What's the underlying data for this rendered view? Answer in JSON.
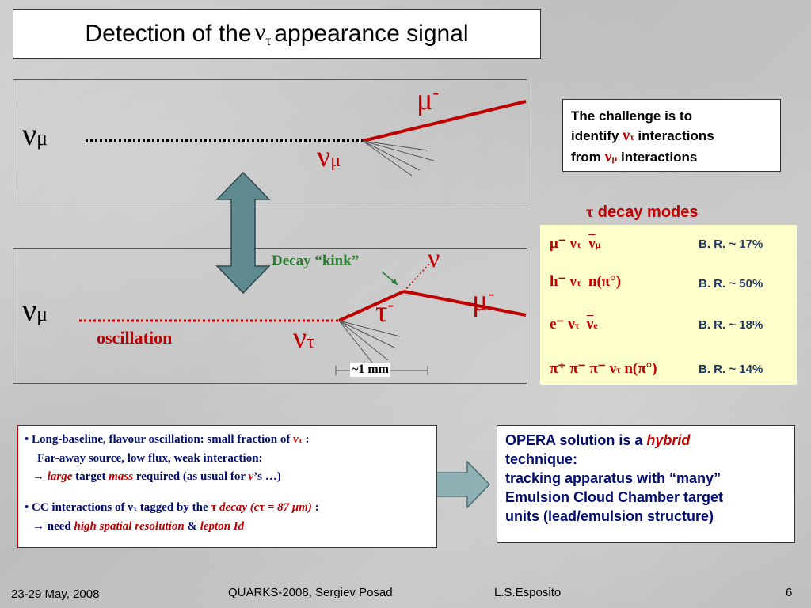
{
  "title": {
    "prefix": "Detection of the ",
    "nu": "ν",
    "nu_sub": "τ",
    "suffix": " appearance signal"
  },
  "top_panel": {
    "incoming_nu": "ν",
    "incoming_sub": "μ",
    "vertex_nu": "ν",
    "vertex_sub": "μ",
    "muon": "μ",
    "muon_sup": "-"
  },
  "bottom_panel": {
    "incoming_nu": "ν",
    "incoming_sub": "μ",
    "oscillation": "oscillation",
    "vertex_nu": "ν",
    "vertex_sub": "τ",
    "tau": "τ",
    "tau_sup": "-",
    "muon": "μ",
    "muon_sup": "-",
    "kink_nu": "ν",
    "kink_label": "Decay “kink”",
    "scale": "~1 mm"
  },
  "challenge": {
    "line1": "The challenge is to",
    "line2a": "identify ",
    "line2_nu": "ν",
    "line2_sub": "τ",
    "line2b": " interactions",
    "line3a": "from ",
    "line3_nu": "ν",
    "line3_sub": "μ",
    "line3b": " interactions"
  },
  "decay_modes": {
    "heading_tau": "τ",
    "heading": " decay modes",
    "rows": [
      {
        "formula": "μ⁻  ν",
        "sub": "τ",
        "tail": "ν",
        "tail_sub": "μ",
        "br": "B. R. ~ 17%"
      },
      {
        "formula": "h⁻  ν",
        "sub": "τ",
        "tail": "n(π°)",
        "tail_sub": "",
        "br": "B. R. ~ 50%"
      },
      {
        "formula": "e⁻  ν",
        "sub": "τ",
        "tail": "ν",
        "tail_sub": "e",
        "br": "B. R. ~ 18%"
      },
      {
        "formula": "π⁺ π⁻ π⁻  ν",
        "sub": "τ",
        "tail": "n(π°)",
        "tail_sub": "",
        "br": "B. R. ~ 14%"
      }
    ]
  },
  "bullets": {
    "b1_text": "• Long-baseline,  flavour oscillation: small fraction of  ",
    "b1_nu": "ν",
    "b1_sub": "τ",
    "b1_end": " :",
    "b1_line2": "Far-away source, low flux, weak interaction:",
    "b1_arrow": "→ ",
    "b1_large": "large",
    "b1_target": " target ",
    "b1_mass": "mass",
    "b1_req": "  required  (as usual for ",
    "b1_nu2": "ν",
    "b1_req_end": "’s …)",
    "b2_text": "• CC interactions of  ν",
    "b2_sub": "τ",
    "b2_mid": "  tagged by the ",
    "b2_tau": "τ",
    "b2_decay": " decay",
    "b2_ctau": "  (cτ = 87 μm)",
    "b2_end": " :",
    "b2_arrow": "→ need  ",
    "b2_hsr": "high spatial  resolution",
    "b2_and": " & ",
    "b2_lepton": "lepton Id"
  },
  "opera": {
    "l1a": "OPERA solution is a ",
    "l1_hybrid": "hybrid",
    "l2": "technique:",
    "l3": "tracking apparatus with “many”",
    "l4": "Emulsion Cloud Chamber target",
    "l5": "units (lead/emulsion structure)"
  },
  "footer": {
    "date": "23-29 May, 2008",
    "conference": "QUARKS-2008, Sergiev Posad",
    "author": "L.S.Esposito",
    "page": "6"
  },
  "colors": {
    "track_red": "#c00000",
    "text_blue": "#000c6e",
    "arrow_teal": "#5f8a8f",
    "modes_bg": "#ffffcc"
  }
}
